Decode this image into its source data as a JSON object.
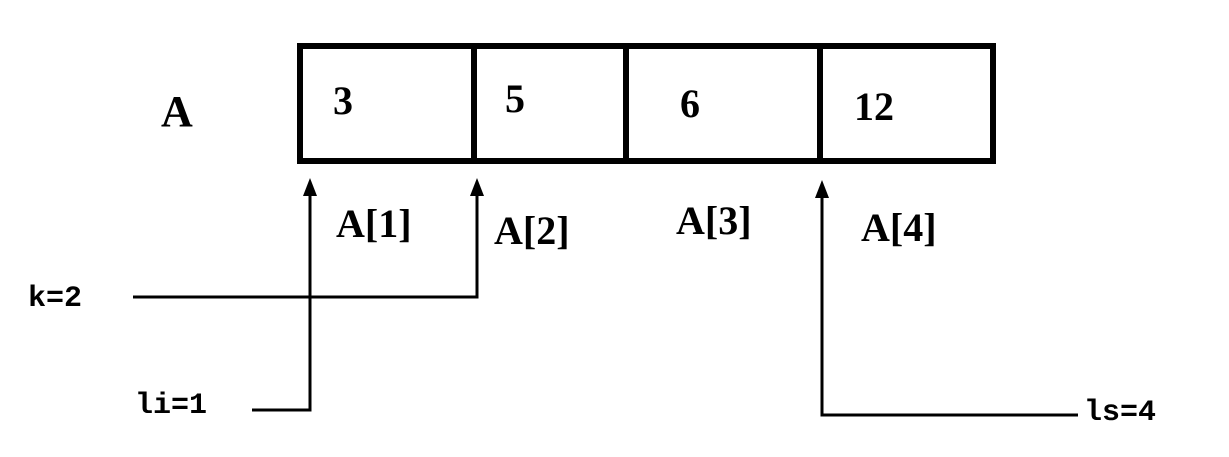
{
  "array": {
    "name": "A",
    "cells": [
      {
        "value": "3",
        "index_label": "A[1]"
      },
      {
        "value": "5",
        "index_label": "A[2]"
      },
      {
        "value": "6",
        "index_label": "A[3]"
      },
      {
        "value": "12",
        "index_label": "A[4]"
      }
    ]
  },
  "pointers": {
    "k": {
      "label": "k=2",
      "target_cell": 2
    },
    "li": {
      "label": "li=1",
      "target_cell": 1
    },
    "ls": {
      "label": "ls=4",
      "target_cell": 4
    }
  },
  "colors": {
    "stroke": "#000000",
    "background": "#ffffff"
  }
}
